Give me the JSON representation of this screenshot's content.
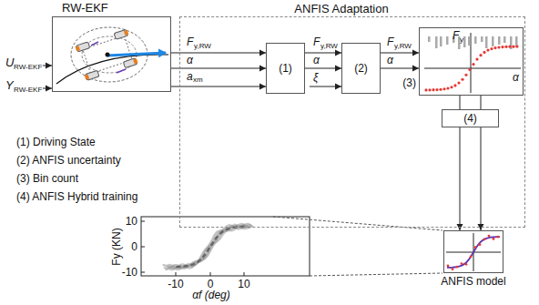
{
  "diagram": {
    "nodes": [
      {
        "text": [
          "RW-EKF"
        ]
      },
      {
        "text": [
          "ANFIS Adaptation"
        ]
      },
      {
        "text": [
          "(1)"
        ],
        "in": 1
      },
      {
        "text": [
          "(2)"
        ],
        "in": 1
      },
      {
        "text": [
          "(3)"
        ],
        "in": 1
      },
      {
        "text": [
          "(4)"
        ],
        "in": 1
      },
      {
        "text": [
          "ANFIS model"
        ]
      }
    ],
    "edges": [
      {
        "from": 0,
        "to": 2,
        "arrow": "to"
      },
      {
        "from": 0,
        "to": 2,
        "arrow": "to"
      },
      {
        "from": 0,
        "to": 2,
        "arrow": "to"
      },
      {
        "from": 2,
        "to": 3,
        "arrow": "to"
      },
      {
        "from": 2,
        "to": 3,
        "arrow": "to"
      },
      {
        "from": 3,
        "to": 4,
        "arrow": "to"
      },
      {
        "from": 3,
        "to": 4,
        "arrow": "to"
      },
      {
        "from": 4,
        "to": 5,
        "arrow": "none"
      },
      {
        "from": 4,
        "to": 5,
        "arrow": "none"
      },
      {
        "from": 5,
        "to": 6,
        "arrow": "to"
      },
      {
        "from": 5,
        "to": 6,
        "arrow": "to"
      }
    ],
    "labels": [
      "U",
      "RW-EKF",
      "Y",
      "RW-EKF",
      "F",
      "y,RW",
      "α",
      "a",
      "xm",
      "F",
      "y,RW",
      "α",
      "ξ",
      "F",
      "y,RW",
      "α",
      "F",
      "y",
      "α",
      "(1) Driving State",
      "(2) ANFIS uncertainty",
      "(3) Bin count",
      "(4) ANFIS Hybrid training",
      "10",
      "0",
      "-10",
      "-10",
      "0",
      "10",
      "Fy (KN)",
      "αf (deg)"
    ]
  }
}
